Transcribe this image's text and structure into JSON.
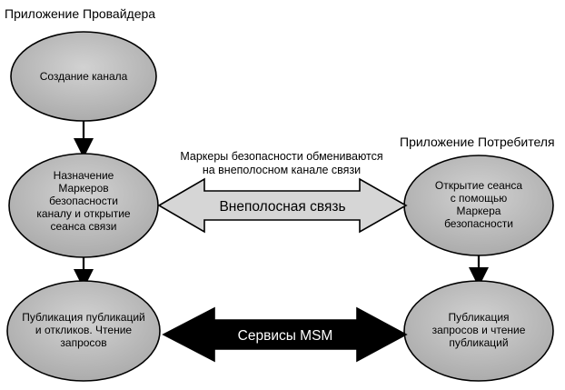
{
  "provider": {
    "title": "Приложение Провайдера",
    "node1": [
      "Создание канала"
    ],
    "node2": [
      "Назначение",
      "Маркеров",
      "безопасности",
      "каналу и открытие",
      "сеанса связи"
    ],
    "node3": [
      "Публикация публикаций",
      "и откликов. Чтение",
      "запросов"
    ]
  },
  "consumer": {
    "title": "Приложение Потребителя",
    "node1": [
      "Открытие сеанса",
      "с помощью",
      "Маркера",
      "безопасности"
    ],
    "node2": [
      "Публикация",
      "запросов и чтение",
      "публикаций"
    ]
  },
  "oob": {
    "note": [
      "Маркеры безопасности обмениваются",
      "на внеполосном канале связи"
    ],
    "label": "Внеполосная связь"
  },
  "msm": {
    "label": "Сервисы MSM"
  },
  "colors": {
    "node_fill": "#c8c8c8",
    "light_arrow_fill": "#d4d4d4",
    "dark_arrow_fill": "#000000"
  }
}
